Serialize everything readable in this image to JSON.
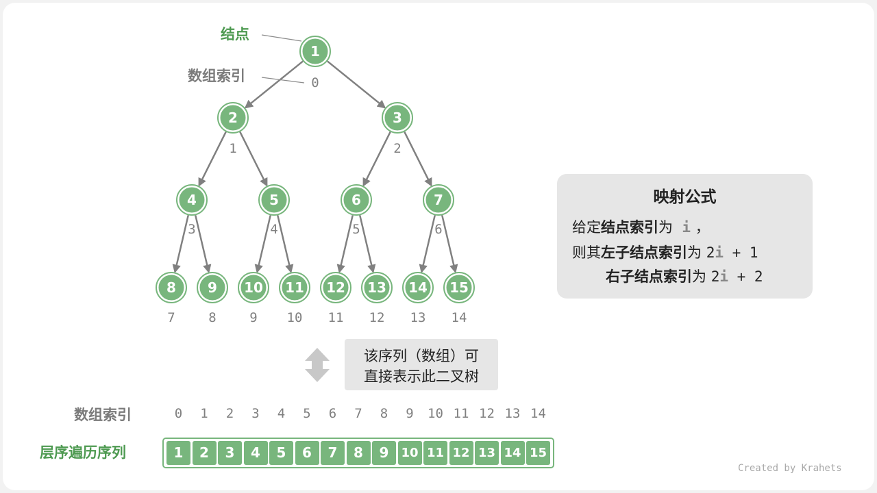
{
  "labels": {
    "node": "结点",
    "array_index": "数组索引",
    "level_order": "层序遍历序列"
  },
  "tree": {
    "nodes": [
      {
        "value": "1",
        "index": "0"
      },
      {
        "value": "2",
        "index": "1"
      },
      {
        "value": "3",
        "index": "2"
      },
      {
        "value": "4",
        "index": "3"
      },
      {
        "value": "5",
        "index": "4"
      },
      {
        "value": "6",
        "index": "5"
      },
      {
        "value": "7",
        "index": "6"
      },
      {
        "value": "8",
        "index": "7"
      },
      {
        "value": "9",
        "index": "8"
      },
      {
        "value": "10",
        "index": "9"
      },
      {
        "value": "11",
        "index": "10"
      },
      {
        "value": "12",
        "index": "11"
      },
      {
        "value": "13",
        "index": "12"
      },
      {
        "value": "14",
        "index": "13"
      },
      {
        "value": "15",
        "index": "14"
      }
    ]
  },
  "formula": {
    "title": "映射公式",
    "line1_prefix": "给定",
    "line1_bold": "结点索引",
    "line1_suffix": "为",
    "line1_var": "i",
    "line1_end": "，",
    "line2_prefix": "则其",
    "line2_bold": "左子结点索引",
    "line2_suffix": "为",
    "line2_code_a": "2",
    "line2_var": "i",
    "line2_code_b": " + 1",
    "line3_bold": "右子结点索引",
    "line3_suffix": "为",
    "line3_code_a": "2",
    "line3_var": "i",
    "line3_code_b": " + 2"
  },
  "note": {
    "line1": "该序列（数组）可",
    "line2": "直接表示此二叉树"
  },
  "array": {
    "indices": [
      "0",
      "1",
      "2",
      "3",
      "4",
      "5",
      "6",
      "7",
      "8",
      "9",
      "10",
      "11",
      "12",
      "13",
      "14"
    ],
    "values": [
      "1",
      "2",
      "3",
      "4",
      "5",
      "6",
      "7",
      "8",
      "9",
      "10",
      "11",
      "12",
      "13",
      "14",
      "15"
    ]
  },
  "credit": "Created by Krahets",
  "colors": {
    "node_fill": "#78b67d",
    "label_green": "#4e9a51",
    "label_gray": "#7b7b7b",
    "edge": "#808080",
    "box_bg": "#e6e6e6"
  }
}
